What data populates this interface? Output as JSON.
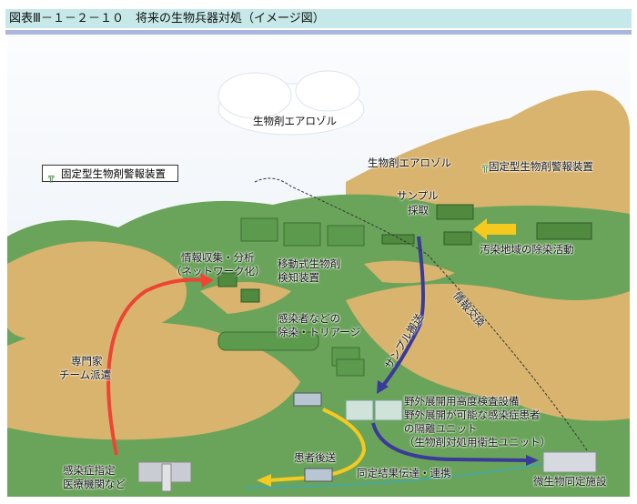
{
  "title": "図表Ⅲ－１－２－１０　将来の生物兵器対処（イメージ図）",
  "legend": {
    "icon": "sensor-icon",
    "label": "固定型生物剤警報装置"
  },
  "labels": {
    "aerosol_1": "生物剤エアロゾル",
    "aerosol_2": "生物剤エアロゾル",
    "fixed_alarm": "固定型生物剤警報装置",
    "sampling_1": "サンプル",
    "sampling_2": "採取",
    "decon_area": "汚染地域の除染活動",
    "info_1": "情報収集・分析",
    "info_2": "（ネットワーク化）",
    "mobile_1": "移動式生物剤",
    "mobile_2": "検知装置",
    "triage_1": "感染者などの",
    "triage_2": "除染・トリアージ",
    "expert_1": "専門家",
    "expert_2": "チーム派遣",
    "field_1": "野外展開用高度検査設備",
    "field_2": "野外展開が可能な感染症患者",
    "field_3": "の隔離ユニット",
    "field_4": "（生物剤対処用衛生ユニット）",
    "evac": "患者後送",
    "result": "同定結果伝達・連携",
    "hospital_1": "感染症指定",
    "hospital_2": "医療機関など",
    "lab": "微生物同定施設",
    "info_exchange": "情報交換",
    "sample_transport": "サンプル搬送"
  },
  "colors": {
    "green": "#6aa45a",
    "sand": "#d9b46e",
    "red_arrow": "#ee4433",
    "blue_arrow": "#3a3a9a",
    "yellow_arrow": "#f5c91e",
    "cyan_arrow": "#29a9e0"
  }
}
